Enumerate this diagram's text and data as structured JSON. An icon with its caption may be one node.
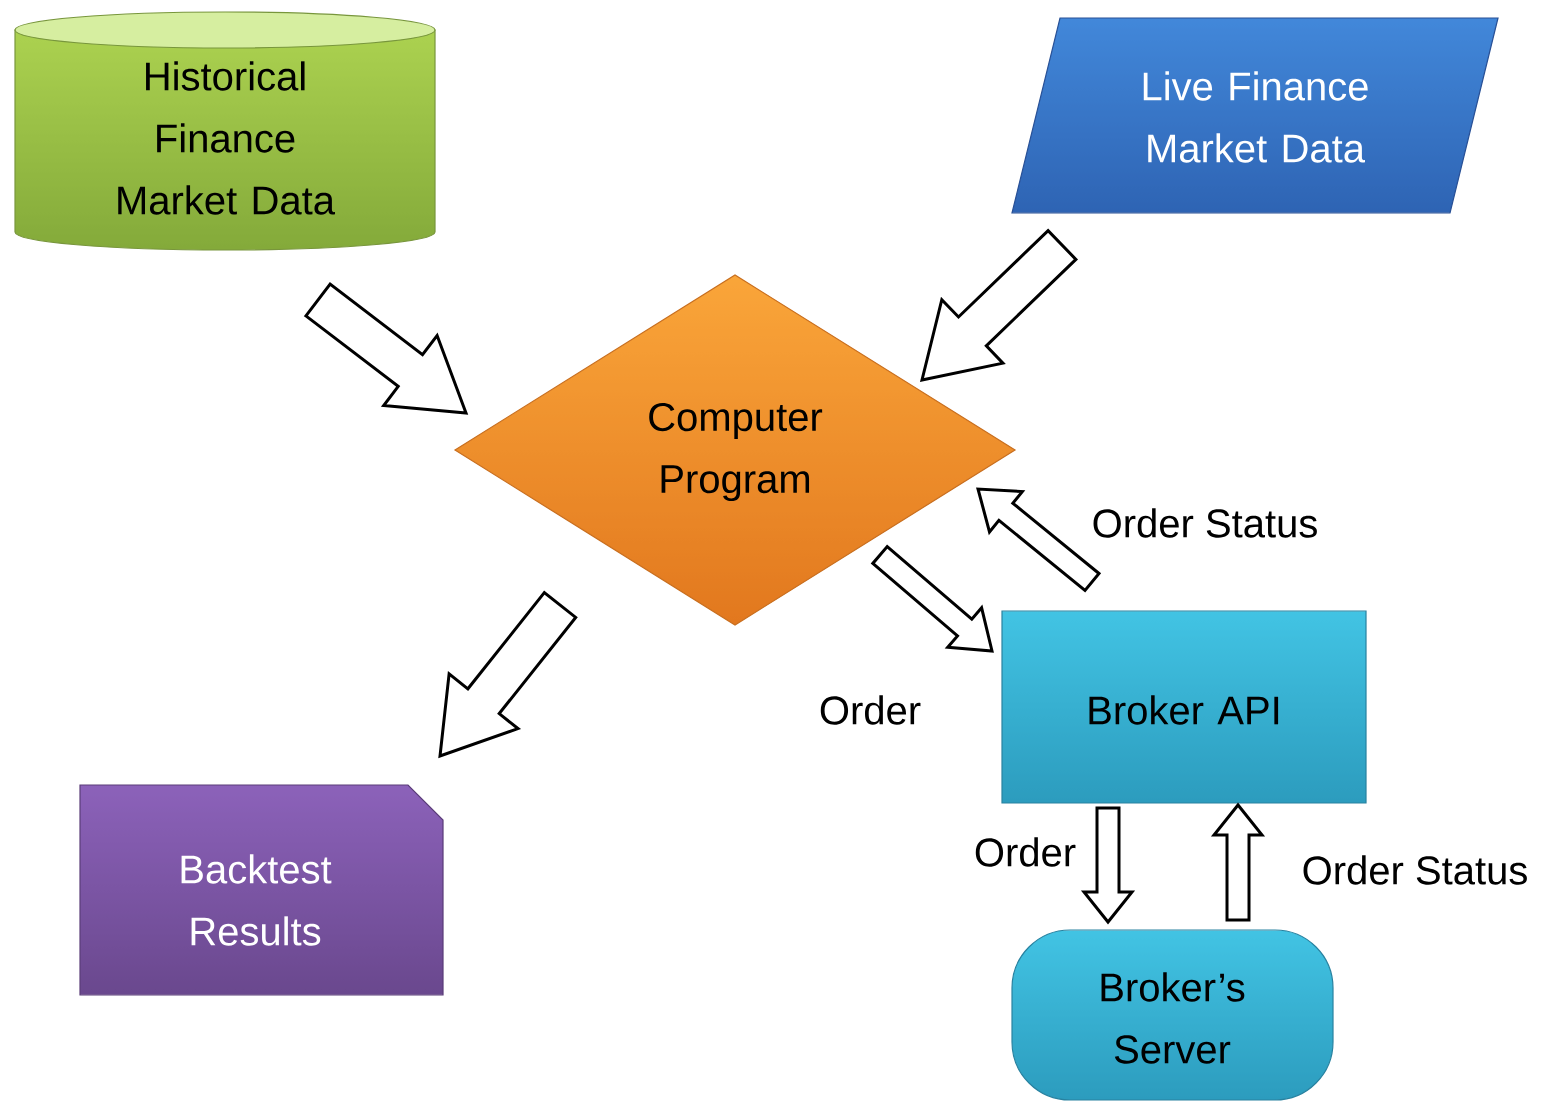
{
  "diagram": {
    "nodes": [
      {
        "text": [
          "Historical Finance Market Data"
        ]
      },
      {
        "text": [
          "Live Finance Market Data"
        ]
      },
      {
        "text": [
          "Computer Program"
        ]
      },
      {
        "text": [
          "Broker API"
        ]
      },
      {
        "text": [
          "Backtest Results"
        ]
      },
      {
        "text": [
          "Broker’s Server"
        ]
      }
    ],
    "edges": [
      {
        "from": 0,
        "to": 2,
        "arrow": "to"
      },
      {
        "from": 1,
        "to": 2,
        "arrow": "to"
      },
      {
        "from": 2,
        "to": 4,
        "arrow": "to"
      },
      {
        "from": 2,
        "to": 3,
        "arrow": "to",
        "label": "Order"
      },
      {
        "from": 3,
        "to": 2,
        "arrow": "to",
        "label": "Order Status"
      },
      {
        "from": 3,
        "to": 5,
        "arrow": "to",
        "label": "Order"
      },
      {
        "from": 5,
        "to": 3,
        "arrow": "to",
        "label": "Order Status"
      }
    ]
  }
}
